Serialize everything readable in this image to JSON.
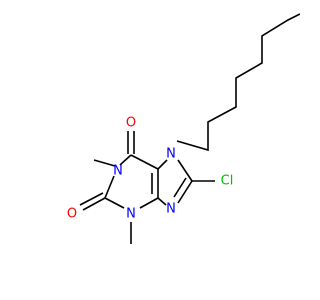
{
  "molecule": {
    "atoms": {
      "o_top": {
        "label": "O",
        "color": "#ff0000"
      },
      "o_left": {
        "label": "O",
        "color": "#ff0000"
      },
      "n1": {
        "label": "N",
        "color": "#0000ff"
      },
      "n3": {
        "label": "N",
        "color": "#0000ff"
      },
      "n7": {
        "label": "N",
        "color": "#0000ff"
      },
      "n9": {
        "label": "N",
        "color": "#0000ff"
      },
      "cl": {
        "label": "Cl",
        "color": "#00c000"
      }
    },
    "bond_color": "#000000"
  }
}
